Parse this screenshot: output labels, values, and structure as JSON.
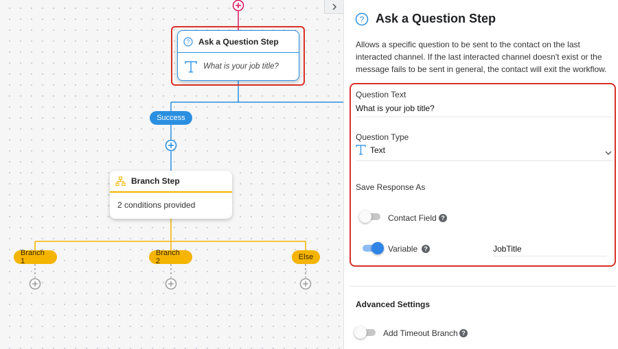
{
  "canvas": {
    "ask_node": {
      "title": "Ask a Question Step",
      "question": "What is your job title?"
    },
    "success_label": "Success",
    "branch_node": {
      "title": "Branch Step",
      "summary": "2 conditions provided"
    },
    "branches": [
      "Branch 1",
      "Branch 2",
      "Else"
    ]
  },
  "panel": {
    "title": "Ask a Question Step",
    "description": "Allows a specific question to be sent to the contact on the last interacted channel. If the last interacted channel doesn't exist or the message fails to be sent in general, the contact will exit the workflow.",
    "question_text": {
      "label": "Question Text",
      "value": "What is your job title?"
    },
    "question_type": {
      "label": "Question Type",
      "value": "Text"
    },
    "save_response": {
      "label": "Save Response As",
      "contact_field": {
        "label": "Contact Field",
        "enabled": false
      },
      "variable": {
        "label": "Variable",
        "enabled": true,
        "value": "JobTitle"
      }
    },
    "advanced": {
      "title": "Advanced Settings",
      "timeout": {
        "label": "Add Timeout Branch",
        "enabled": false
      }
    }
  },
  "colors": {
    "accent": "#2b8fe0",
    "branch": "#f5b400",
    "highlight": "#d93025",
    "entry": "#d81b60"
  }
}
